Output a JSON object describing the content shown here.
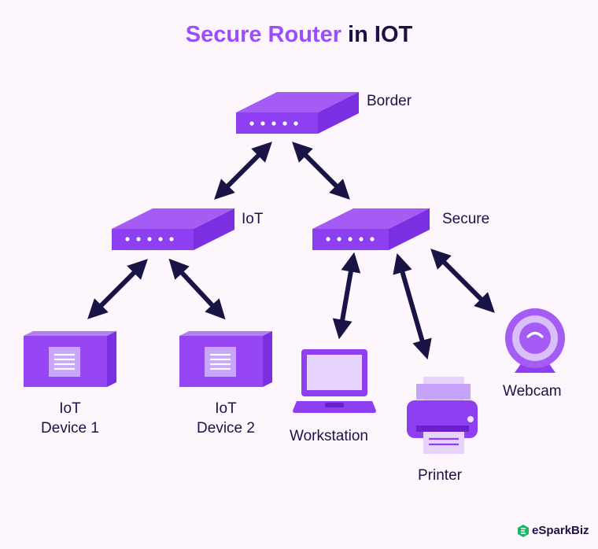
{
  "title": {
    "part1": "Secure Router",
    "part2": " in IOT"
  },
  "nodes": {
    "border": {
      "label": "Border"
    },
    "iot": {
      "label": "IoT"
    },
    "secure": {
      "label": "Secure"
    },
    "iot_device_1": {
      "line1": "IoT",
      "line2": "Device 1"
    },
    "iot_device_2": {
      "line1": "IoT",
      "line2": "Device 2"
    },
    "workstation": {
      "label": "Workstation"
    },
    "printer": {
      "label": "Printer"
    },
    "webcam": {
      "label": "Webcam"
    }
  },
  "brand": {
    "name": "eSparkBiz",
    "logo_icon": "esparkbiz-logo-icon"
  },
  "colors": {
    "accent": "#9b4dff",
    "router_top": "#a855f7",
    "router_front": "#8b3df0",
    "dark": "#1a1446",
    "background": "#fdf7fd"
  }
}
